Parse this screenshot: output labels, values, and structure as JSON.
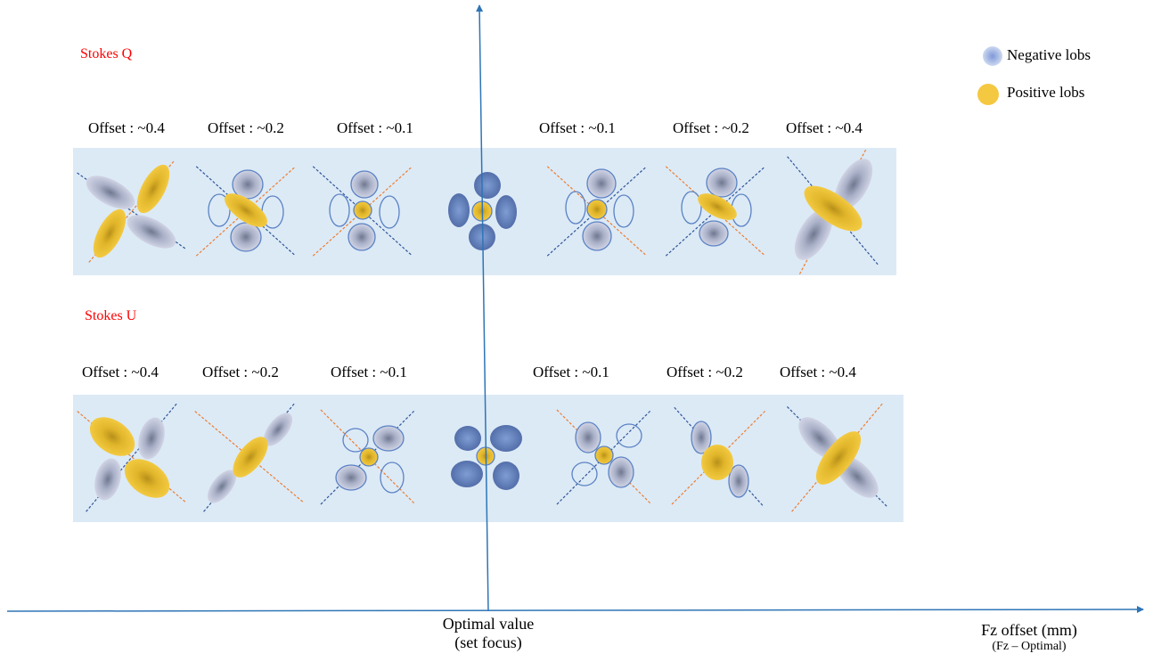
{
  "rows": [
    {
      "title": "Stokes Q",
      "offsets": [
        "Offset : ~0.4",
        "Offset : ~0.2",
        "Offset : ~0.1",
        "Offset : ~0.1",
        "Offset : ~0.2",
        "Offset : ~0.4"
      ]
    },
    {
      "title": "Stokes U",
      "offsets": [
        "Offset : ~0.4",
        "Offset : ~0.2",
        "Offset : ~0.1",
        "Offset : ~0.1",
        "Offset : ~0.2",
        "Offset : ~0.4"
      ]
    }
  ],
  "legend": {
    "negative": "Negative lobs",
    "positive": "Positive lobs"
  },
  "axis": {
    "center_line1": "Optimal value",
    "center_line2": "(set focus)",
    "x_line1": "Fz offset (mm)",
    "x_line2": "(Fz – Optimal)"
  },
  "colors": {
    "title_red": "#ff0000",
    "axis_blue": "#2e75b6",
    "strip_bg": "#dceaf6",
    "negative_lobe": "#8da8d4",
    "dark_lobe": "#5b7ab8",
    "positive_lobe": "#f2c531",
    "dashed_blue": "#2f5597",
    "dashed_orange": "#ed7d31"
  }
}
